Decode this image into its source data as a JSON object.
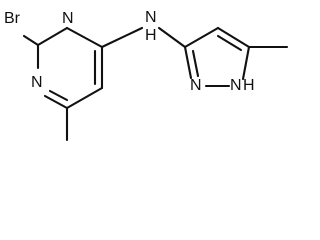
{
  "molecule": {
    "atom_labels": {
      "br": "Br",
      "n1": "N",
      "n3": "N",
      "nh_bridge": "N",
      "h_bridge": "H",
      "n_pyrazole": "N",
      "nh_pyrazole": "N",
      "h_pyrazole": "H"
    }
  }
}
